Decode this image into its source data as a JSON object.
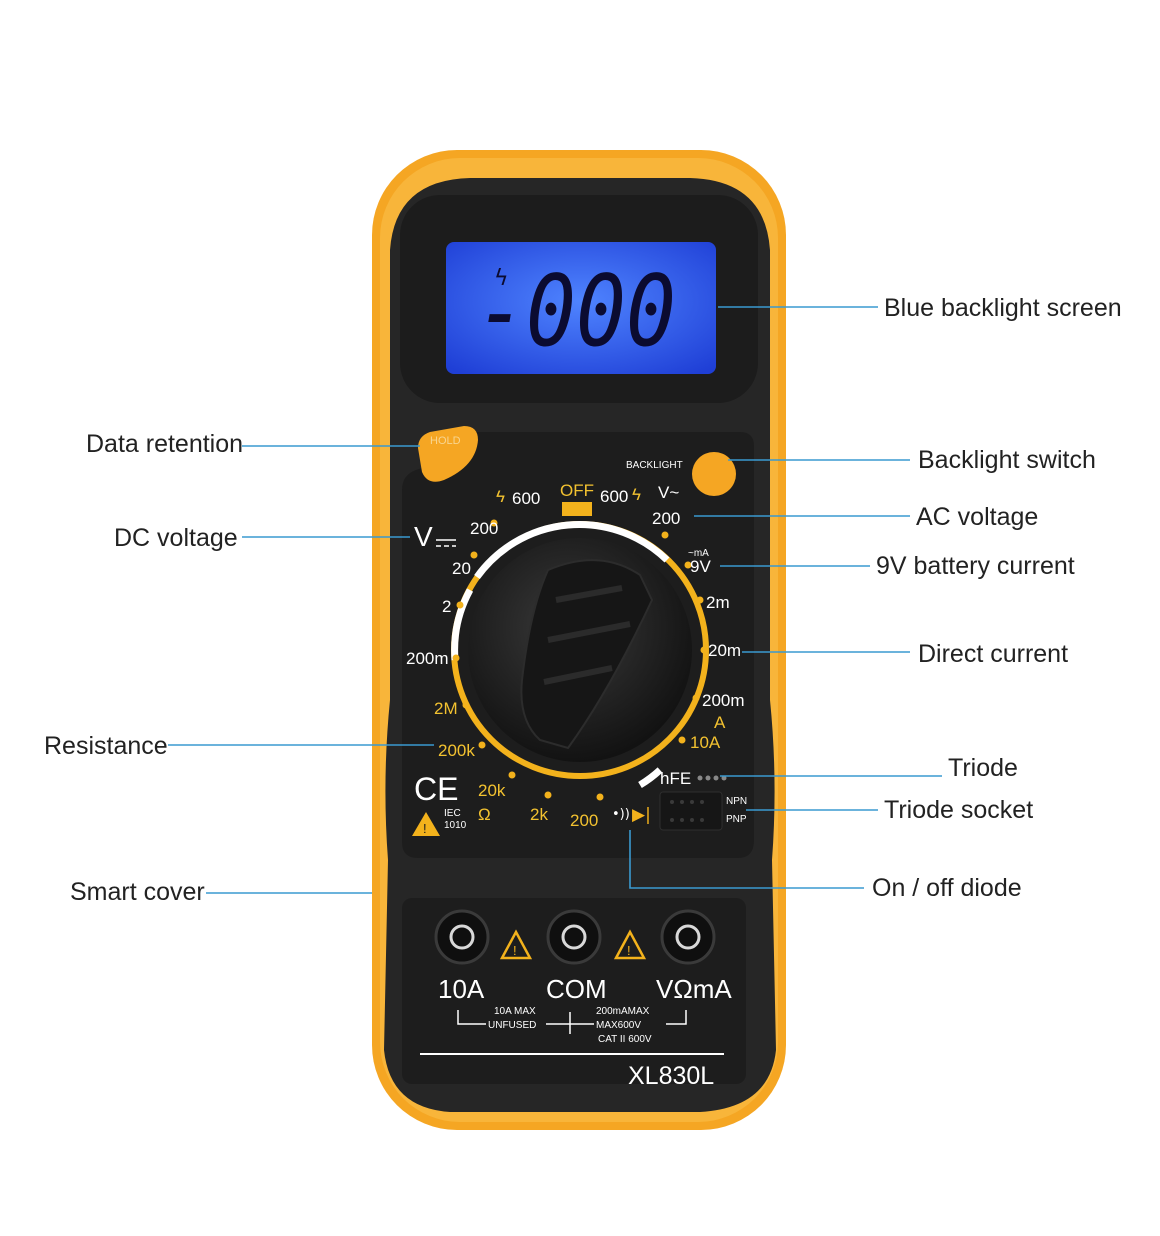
{
  "device": {
    "display_reading": "-000",
    "hold_label": "HOLD",
    "backlight_label": "BACKLIGHT",
    "model": "XL830L",
    "ce_mark": "CE",
    "iec_text": "IEC\n1010"
  },
  "dial": {
    "off": "OFF",
    "dcv_symbol": "V",
    "acv_symbol": "V~",
    "dcv_600": "600",
    "dcv_200": "200",
    "dcv_20": "20",
    "dcv_2": "2",
    "dcv_200m": "200m",
    "acv_600": "600",
    "acv_200": "200",
    "battery_9v": "9V",
    "battery_sub": "~mA",
    "dca_2m": "2m",
    "dca_20m": "20m",
    "dca_200m": "200m",
    "dca_symbol": "A",
    "dca_10a": "10A",
    "hfe": "hFE",
    "npn": "NPN",
    "pnp": "PNP",
    "diode_200": "200",
    "ohm_2k": "2k",
    "ohm_20k": "20k",
    "ohm_symbol": "Ω",
    "ohm_200k": "200k",
    "ohm_2m": "2M"
  },
  "jacks": {
    "left": "10A",
    "middle": "COM",
    "right": "VΩmA",
    "note_left_1": "10A MAX",
    "note_left_2": "UNFUSED",
    "note_right_1": "200mAMAX",
    "note_right_2": "MAX600V",
    "note_right_3": "CAT II 600V"
  },
  "callouts": {
    "blue_backlight_screen": "Blue backlight screen",
    "data_retention": "Data retention",
    "backlight_switch": "Backlight switch",
    "dc_voltage": "DC voltage",
    "ac_voltage": "AC voltage",
    "battery_current": "9V battery current",
    "direct_current": "Direct current",
    "resistance": "Resistance",
    "triode": "Triode",
    "triode_socket": "Triode socket",
    "smart_cover": "Smart cover",
    "on_off_diode": "On / off diode"
  },
  "colors": {
    "holster": "#f5a623",
    "body": "#262626",
    "lcd": "#2f66ff",
    "accent_yellow": "#f3b21c",
    "leader": "#3a9ad0"
  }
}
